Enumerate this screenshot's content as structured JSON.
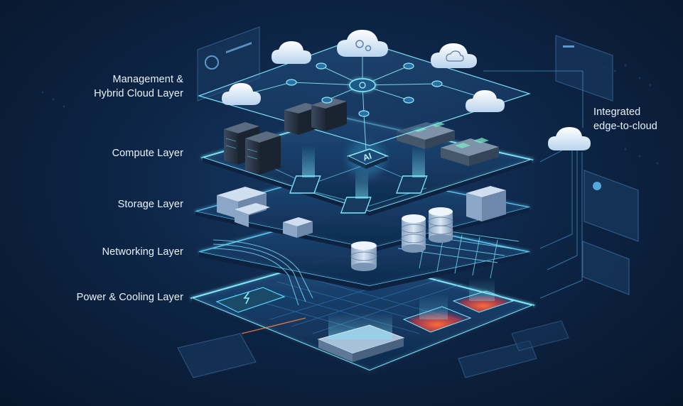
{
  "layers": [
    {
      "id": "management",
      "lines": [
        "Management &",
        "Hybrid Cloud Layer"
      ]
    },
    {
      "id": "compute",
      "lines": [
        "Compute Layer"
      ]
    },
    {
      "id": "storage",
      "lines": [
        "Storage Layer"
      ]
    },
    {
      "id": "networking",
      "lines": [
        "Networking Layer"
      ]
    },
    {
      "id": "power",
      "lines": [
        "Power & Cooling Layer"
      ]
    }
  ],
  "callout": {
    "lines": [
      "Integrated",
      "edge-to-cloud"
    ]
  },
  "chip_label": "AI",
  "colors": {
    "background": "#0d2546",
    "accent": "#3fd4ff",
    "glow": "#7fe9ff",
    "heat": "#ff5a36",
    "panel": "#1a3556"
  }
}
